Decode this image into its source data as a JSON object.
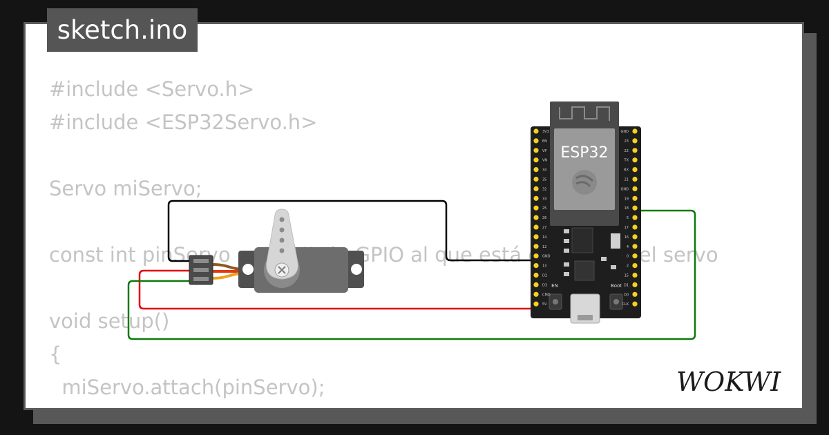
{
  "title": "sketch.ino",
  "code_lines": [
    "#include <Servo.h>",
    "#include <ESP32Servo.h>",
    "",
    "Servo miServo;",
    "",
    "const int pinServo = 18; // Pin GPIO al que está conectado el servo",
    "",
    "void setup()",
    "{",
    "  miServo.attach(pinServo);",
    "}"
  ],
  "board": {
    "label": "ESP32",
    "en_label": "EN",
    "boot_label": "Boot",
    "left_pins": [
      "3V3",
      "EN",
      "VP",
      "VN",
      "34",
      "35",
      "32",
      "33",
      "25",
      "26",
      "27",
      "14",
      "12",
      "GND",
      "13",
      "D2",
      "D3",
      "CMD",
      "5V"
    ],
    "right_pins": [
      "GND",
      "23",
      "22",
      "TX",
      "RX",
      "21",
      "GND",
      "19",
      "18",
      "5",
      "17",
      "16",
      "4",
      "0",
      "2",
      "15",
      "D1",
      "D0",
      "CLK"
    ]
  },
  "logo": "WOKWI",
  "colors": {
    "wire_gnd": "#000000",
    "wire_vcc": "#e00000",
    "wire_signal": "#0a7a0a",
    "board": "#1e1e1e",
    "pin": "#f5d020"
  }
}
